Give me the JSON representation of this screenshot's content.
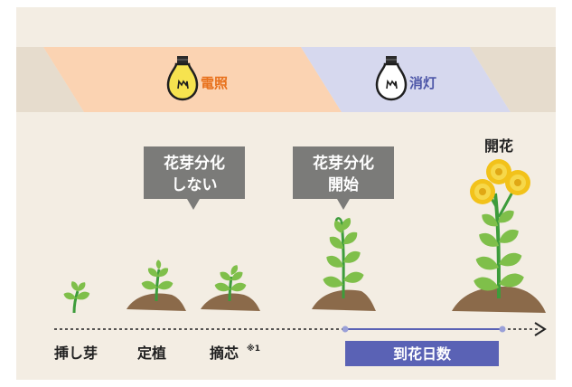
{
  "banner": {
    "light_on_label": "電照",
    "light_off_label": "消灯"
  },
  "callouts": [
    {
      "line1": "花芽分化",
      "line2": "しない"
    },
    {
      "line1": "花芽分化",
      "line2": "開始"
    }
  ],
  "bloom_label": "開花",
  "timeline": {
    "stages": [
      "挿し芽",
      "定植",
      "摘芯",
      "到花日数"
    ],
    "pinch_footnote_mark": "※1"
  },
  "colors": {
    "panel_bg": "#f3ede3",
    "light_on_band": "#fbd3b2",
    "light_off_band": "#d6d8ee",
    "light_on_text": "#e8711c",
    "light_off_text": "#4e57a8",
    "bulb_on": "#f6e34f",
    "callout_bg": "#7b7b79",
    "days_bar": "#5a62b5",
    "stem_green": "#3d9c3b",
    "leaf_green": "#7fbf4a",
    "soil": "#8b6a4a",
    "flower_yellow": "#f2c21a"
  },
  "icons": [
    "light-bulb-on-icon",
    "light-bulb-off-icon",
    "arrow-right-icon"
  ]
}
